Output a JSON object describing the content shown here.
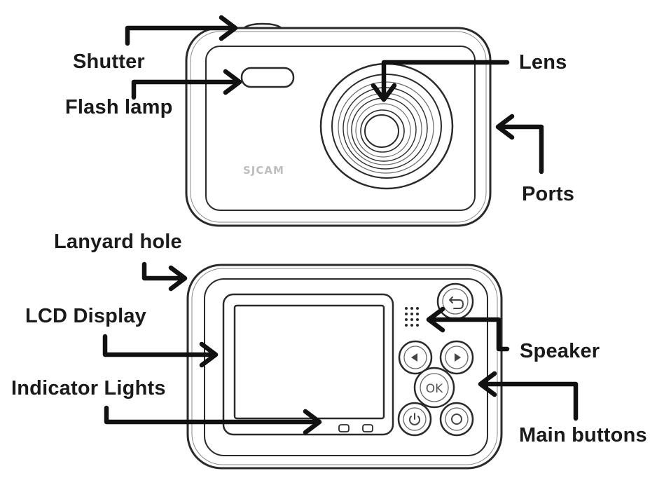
{
  "labels": {
    "shutter": "Shutter",
    "flash_lamp": "Flash lamp",
    "lens": "Lens",
    "ports": "Ports",
    "lanyard_hole": "Lanyard hole",
    "lcd_display": "LCD Display",
    "indicator_lights": "Indicator Lights",
    "speaker": "Speaker",
    "main_buttons": "Main buttons"
  },
  "camera_front": {
    "brand": "SJCAM"
  },
  "camera_back": {
    "ok_label": "OK"
  },
  "colors": {
    "outline": "#2a2a2a",
    "arrow": "#111111",
    "text": "#1a1a1a"
  }
}
